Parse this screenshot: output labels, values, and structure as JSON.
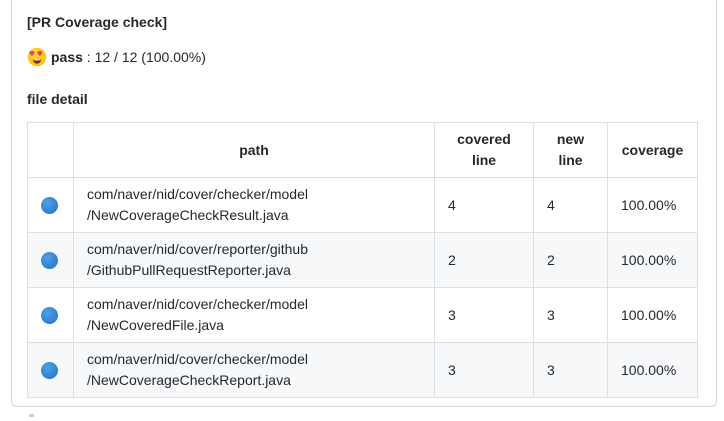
{
  "report": {
    "title": "[PR Coverage check]",
    "status": {
      "emoji": "😍",
      "emoji_name": "heart-eyes",
      "label": "pass",
      "value": " : 12 / 12 (100.00%)"
    },
    "section_title": "file detail"
  },
  "table": {
    "columns": [
      "",
      "path",
      "covered line",
      "new line",
      "coverage"
    ],
    "rows": [
      {
        "icon": "blue-circle",
        "path": "com/naver/nid/cover/checker/model/NewCoverageCheckResult.java",
        "covered_line": "4",
        "new_line": "4",
        "coverage": "100.00%"
      },
      {
        "icon": "blue-circle",
        "path": "com/naver/nid/cover/reporter/github/GithubPullRequestReporter.java",
        "covered_line": "2",
        "new_line": "2",
        "coverage": "100.00%"
      },
      {
        "icon": "blue-circle",
        "path": "com/naver/nid/cover/checker/model/NewCoveredFile.java",
        "covered_line": "3",
        "new_line": "3",
        "coverage": "100.00%"
      },
      {
        "icon": "blue-circle",
        "path": "com/naver/nid/cover/checker/model/NewCoverageCheckReport.java",
        "covered_line": "3",
        "new_line": "3",
        "coverage": "100.00%"
      }
    ]
  },
  "colors": {
    "row_icon_blue": "#2e82cf",
    "zebra_row": "#f6f8fa",
    "table_border": "#dcdfe4",
    "container_border": "#d4d9de",
    "text": "#24292e",
    "emoji_face_yellow": "#fcc21b",
    "emoji_heart_red": "#ee3b63"
  }
}
